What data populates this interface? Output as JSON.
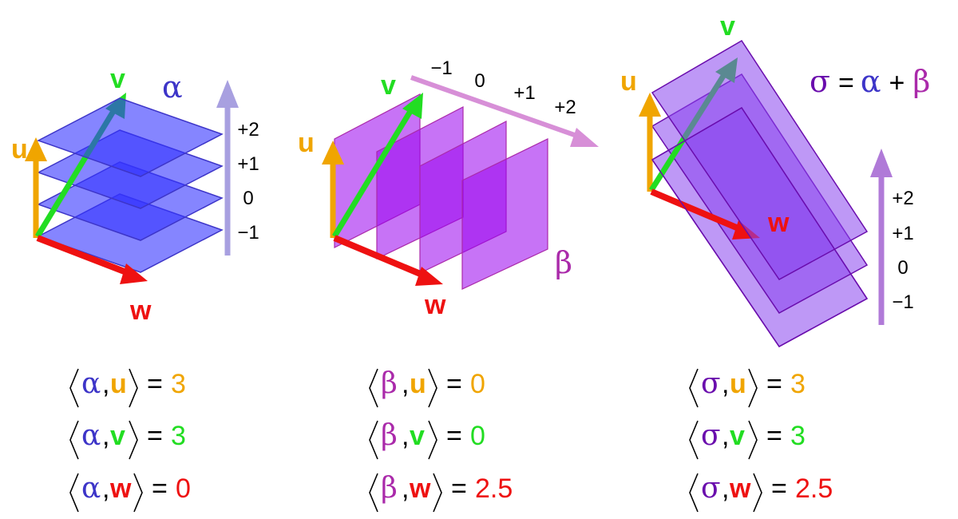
{
  "colors": {
    "u": "#f0a500",
    "v": "#22dd22",
    "w": "#ee1111",
    "alpha": "#3d35c8",
    "beta": "#aa2aaa",
    "sigma": "#6a0dad",
    "alpha_plane": "#3333ff",
    "beta_plane": "#9900ee",
    "sigma_plane": "#8844ee",
    "alpha_axis": "#a8a0e0",
    "beta_axis": "#d78fd7",
    "sigma_axis": "#b07ad8"
  },
  "vectors": {
    "u": "u",
    "v": "v",
    "w": "w"
  },
  "panels": {
    "alpha": {
      "symbol": "α",
      "ticks": [
        "+2",
        "+1",
        "0",
        "−1"
      ]
    },
    "beta": {
      "symbol": "β",
      "ticks": [
        "−1",
        "0",
        "+1",
        "+2"
      ]
    },
    "sigma": {
      "symbol": "σ",
      "ticks": [
        "+2",
        "+1",
        "0",
        "−1"
      ],
      "formula": {
        "lhs": "σ",
        "eq": "=",
        "a": "α",
        "plus": "+",
        "b": "β"
      }
    }
  },
  "pairings": {
    "alpha": [
      {
        "form": "α",
        "comma": ",",
        "vec": "u",
        "eq": "=",
        "value": "3"
      },
      {
        "form": "α",
        "comma": ",",
        "vec": "v",
        "eq": "=",
        "value": "3"
      },
      {
        "form": "α",
        "comma": ",",
        "vec": "w",
        "eq": "=",
        "value": "0"
      }
    ],
    "beta": [
      {
        "form": "β",
        "comma": ",",
        "vec": "u",
        "eq": "=",
        "value": "0"
      },
      {
        "form": "β",
        "comma": ",",
        "vec": "v",
        "eq": "=",
        "value": "0"
      },
      {
        "form": "β",
        "comma": ",",
        "vec": "w",
        "eq": "=",
        "value": "2.5"
      }
    ],
    "sigma": [
      {
        "form": "σ",
        "comma": ",",
        "vec": "u",
        "eq": "=",
        "value": "3"
      },
      {
        "form": "σ",
        "comma": ",",
        "vec": "v",
        "eq": "=",
        "value": "3"
      },
      {
        "form": "σ",
        "comma": ",",
        "vec": "w",
        "eq": "=",
        "value": "2.5"
      }
    ]
  }
}
